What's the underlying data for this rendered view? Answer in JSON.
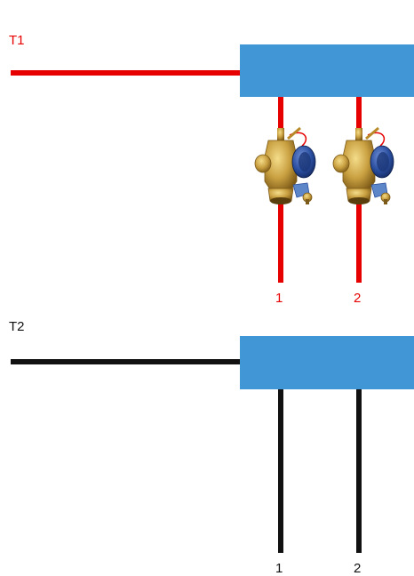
{
  "colors": {
    "supply": "#e60000",
    "return": "#111111",
    "manifold": "#4197d6",
    "valve_brass": "#c9a041",
    "valve_blue": "#2b4fa0"
  },
  "supply": {
    "title": "T1",
    "outlets": [
      "1",
      "2"
    ],
    "fittings": [
      "valve-icon",
      "valve-icon"
    ]
  },
  "return": {
    "title": "T2",
    "outlets": [
      "1",
      "2"
    ]
  }
}
